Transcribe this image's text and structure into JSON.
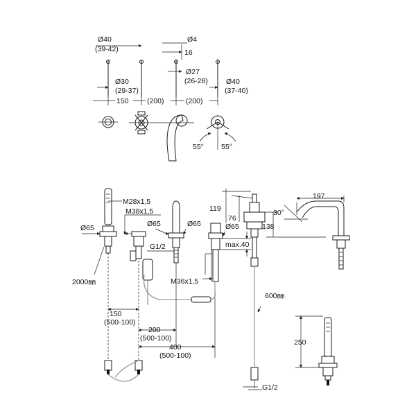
{
  "top_view": {
    "d40": "Ø40",
    "d40_range": "(39-42)",
    "d4": "Ø4",
    "d16": "16",
    "d30": "Ø30",
    "d30_range": "(29-37)",
    "d27": "Ø27",
    "d27_range": "(26-28)",
    "d40b": "Ø40",
    "d40b_range": "(37-40)",
    "s150": "150",
    "s200a": "(200)",
    "s200b": "(200)",
    "ang1": "55°",
    "ang2": "55°"
  },
  "side_view": {
    "m28": "M28x1,5",
    "m38": "M38x1,5",
    "d65a": "Ø65",
    "d65b": "Ø65",
    "d65c": "Ø65",
    "d65d": "Ø65",
    "g12a": "G1/2",
    "m36": "M36x1,5",
    "max40": "max.40",
    "h119": "119",
    "h76": "76",
    "h138": "138",
    "w197": "197",
    "ang30": "30°",
    "hose2000": "2000㎜",
    "hose600": "600㎜",
    "d150": "150",
    "d150_range": "(500-100)",
    "d200": "200",
    "d200_range": "(500-100)",
    "d400": "400",
    "d400_range": "(500-100)",
    "h250": "250",
    "g12b": "G1/2"
  }
}
